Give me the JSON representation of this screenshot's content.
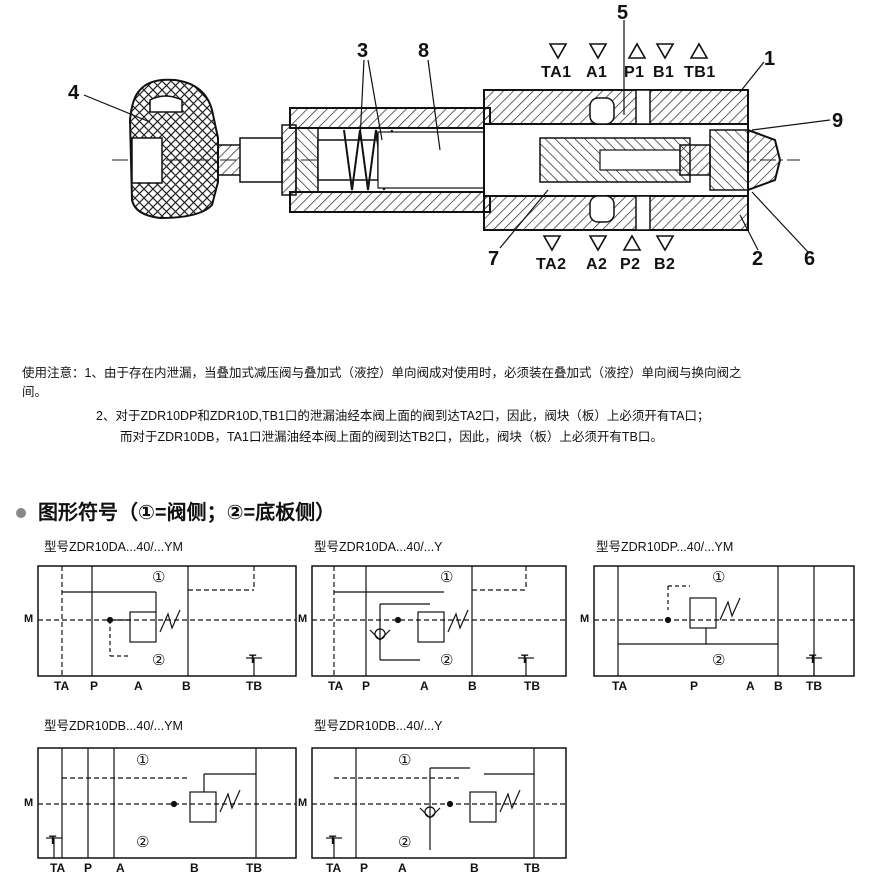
{
  "cross_section": {
    "callouts": [
      "5",
      "3",
      "8",
      "1",
      "4",
      "9",
      "7",
      "2",
      "6"
    ],
    "top_ports": [
      "TA1",
      "A1",
      "P1",
      "B1",
      "TB1"
    ],
    "bottom_ports": [
      "TA2",
      "A2",
      "P2",
      "B2"
    ]
  },
  "notes": {
    "line1": "使用注意：1、由于存在内泄漏，当叠加式减压阀与叠加式（液控）单向阀成对使用时，必须装在叠加式（液控）单向阀与换向阀之",
    "line1_cont": "间。",
    "line2": "2、对于ZDR10DP和ZDR10D,TB1口的泄漏油经本阀上面的阀到达TA2口，因此，阀块（板）上必须开有TA口；",
    "line3": "而对于ZDR10DB，TA1口泄漏油经本阀上面的阀到达TB2口，因此，阀块（板）上必须开有TB口。"
  },
  "symbols_section": {
    "title": "图形符号（①=阀侧；②=底板侧）",
    "circle1": "①",
    "circle2": "②",
    "m_label": "M",
    "t_label": "T",
    "symbols": [
      {
        "model": "型号ZDR10DA...40/...YM",
        "ports": [
          "TA",
          "P",
          "A",
          "B",
          "TB"
        ]
      },
      {
        "model": "型号ZDR10DA...40/...Y",
        "ports": [
          "TA",
          "P",
          "A",
          "B",
          "TB"
        ]
      },
      {
        "model": "型号ZDR10DP...40/...YM",
        "ports": [
          "TA",
          "P",
          "A",
          "B",
          "TB"
        ]
      },
      {
        "model": "型号ZDR10DB...40/...YM",
        "ports": [
          "TA",
          "P",
          "A",
          "B",
          "TB"
        ]
      },
      {
        "model": "型号ZDR10DB...40/...Y",
        "ports": [
          "TA",
          "P",
          "A",
          "B",
          "TB"
        ]
      }
    ]
  }
}
